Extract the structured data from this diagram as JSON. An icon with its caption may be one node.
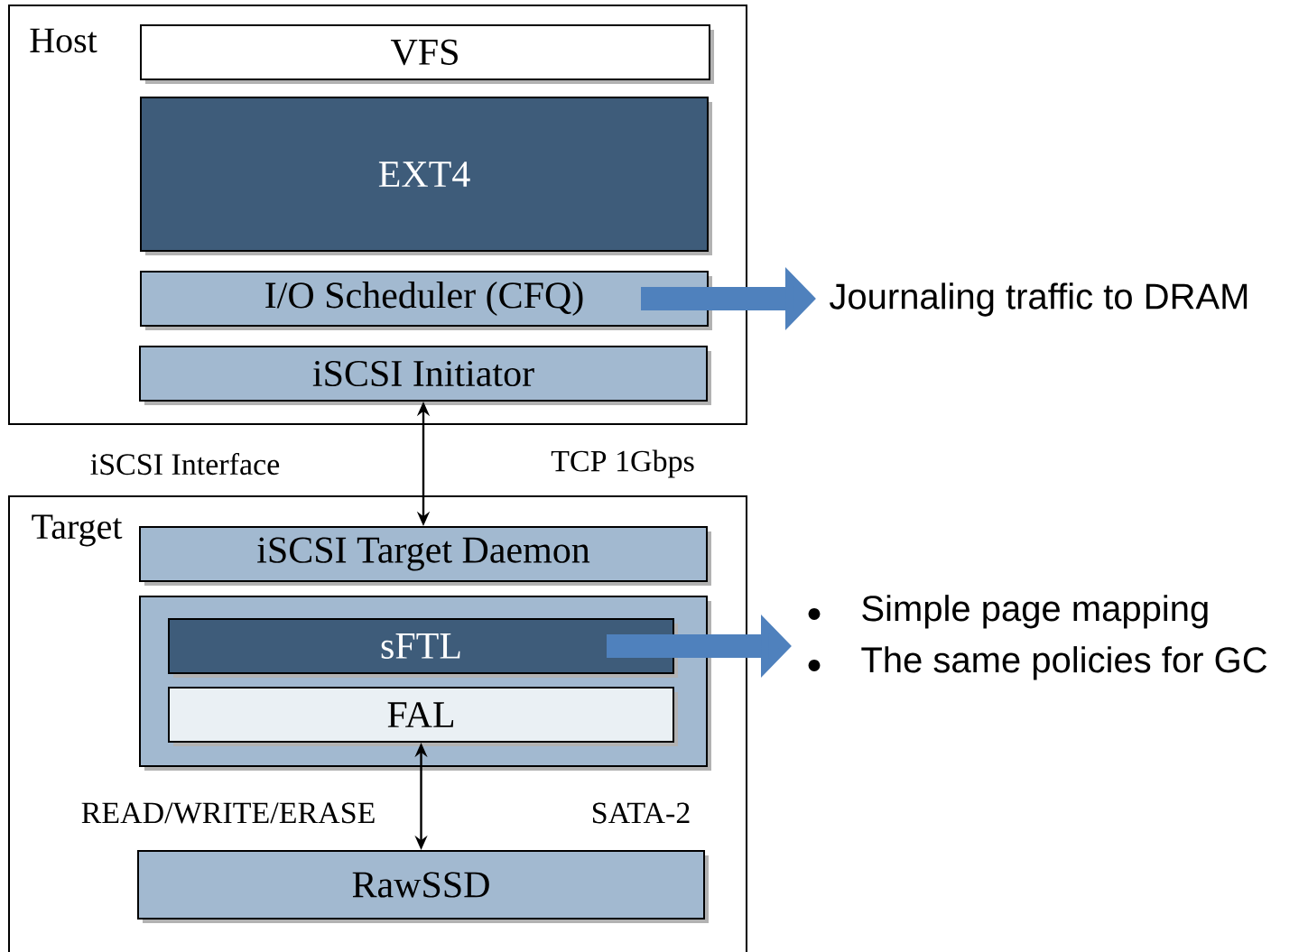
{
  "diagram": {
    "nodes": [
      {
        "text": [
          "Host"
        ]
      },
      {
        "text": [
          "VFS"
        ],
        "in": 0
      },
      {
        "text": [
          "EXT4"
        ],
        "in": 0
      },
      {
        "text": [
          "I/O Scheduler (CFQ)"
        ],
        "in": 0
      },
      {
        "text": [
          "iSCSI Initiator"
        ],
        "in": 0
      },
      {
        "text": [
          "Target"
        ]
      },
      {
        "text": [
          "iSCSI Target Daemon"
        ],
        "in": 5
      },
      {
        "text": [],
        "shape": "box",
        "in": 5
      },
      {
        "text": [
          "sFTL"
        ],
        "in": 7
      },
      {
        "text": [
          "FAL"
        ],
        "in": 7
      },
      {
        "text": [
          "RawSSD"
        ],
        "in": 5
      },
      {
        "text": [
          "Journaling traffic to DRAM"
        ]
      },
      {
        "text": [
          "Simple page mapping",
          "The same policies for GC"
        ]
      }
    ],
    "edges": [
      {
        "from": 4,
        "to": 6,
        "arrow": "both"
      },
      {
        "from": 9,
        "to": 10,
        "arrow": "both"
      },
      {
        "from": 3,
        "to": 11,
        "arrow": "to",
        "style": "thick",
        "color": "#4f81bd"
      },
      {
        "from": 8,
        "to": 12,
        "arrow": "to",
        "style": "thick",
        "color": "#4f81bd"
      }
    ],
    "labels": [
      "iSCSI Interface",
      "TCP 1Gbps",
      "READ/WRITE/ERASE",
      "SATA-2"
    ]
  }
}
